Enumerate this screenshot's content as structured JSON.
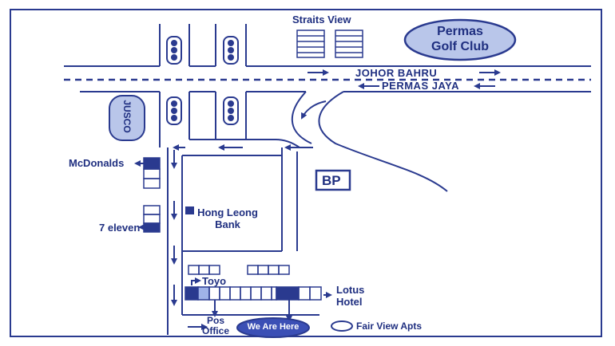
{
  "map": {
    "landmarks": {
      "straits_view": "Straits View",
      "permas_golf_club": [
        "Permas",
        "Golf Club"
      ],
      "jusco": "JUSCO",
      "mcdonalds": "McDonalds",
      "seven_eleven": "7 eleven",
      "hong_leong_bank": [
        "Hong Leong",
        "Bank"
      ],
      "bp": "BP",
      "toyo": "Toyo",
      "lotus_hotel": [
        "Lotus",
        "Hotel"
      ],
      "pos_office": [
        "Pos",
        "Office"
      ],
      "we_are_here": "We Are Here",
      "fair_view_apts": "Fair View Apts"
    },
    "roads": {
      "johor_bahru": "JOHOR BAHRU",
      "permas_jaya": "PERMAS JAYA"
    },
    "colors": {
      "ink": "#1f2f80",
      "accent": "#3b4fb5",
      "background": "#ffffff"
    }
  }
}
